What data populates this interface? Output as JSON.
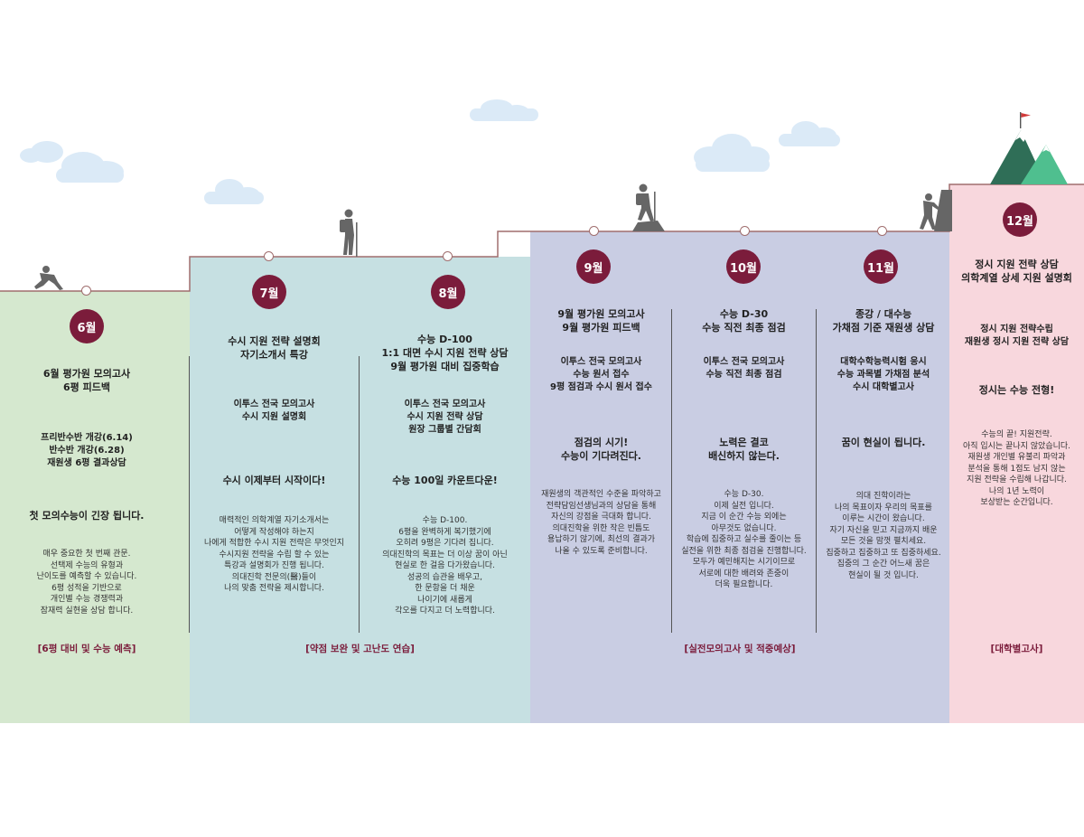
{
  "colors": {
    "badge": "#7b1c3b",
    "tag": "#7b1c3b",
    "panel_green": "#d5e8cf",
    "panel_teal": "#c6e0e2",
    "panel_lavender": "#c9cde3",
    "panel_pink": "#f8d7dd",
    "cloud": "#dbeaf7",
    "line": "#a06e6e"
  },
  "icons": [
    "crouching-runner-icon",
    "hiker-with-pole-icon",
    "hiker-on-rock-icon",
    "climber-icon",
    "mountain-peak-icon",
    "flag-icon",
    "cloud-icon"
  ],
  "months": [
    {
      "label": "6월",
      "heading": "6월 평가원 모의고사\n6평 피드백",
      "sub": "프리반수반 개강(6.14)\n반수반 개강(6.28)\n재원생 6평 결과상담",
      "slogan": "첫 모의수능이 긴장 됩니다.",
      "body": "매우 중요한 첫 번째 관문.\n선택제 수능의 유형과\n난이도를 예측할 수 있습니다.\n6평 성적을 기반으로\n개인별 수능 경쟁력과\n잠재력 실현을 상담 합니다."
    },
    {
      "label": "7월",
      "heading": "수시 지원 전략 설명회\n자기소개서 특강",
      "sub": "이투스 전국 모의고사\n수시 지원 설명회",
      "slogan": "수시 이제부터 시작이다!",
      "body": "매력적인 의학계열 자기소개서는\n어떻게 작성해야 하는지\n나에게 적합한 수시 지원 전략은 무엇인지\n수시지원 전략을 수립 할 수 있는\n특강과 설명회가 진행 됩니다.\n의대진학 전문의(醫)들이\n나의 맞춤 전략을 제시합니다."
    },
    {
      "label": "8월",
      "heading": "수능 D-100\n1:1 대면 수시 지원 전략 상담\n9월 평가원 대비 집중학습",
      "sub": "이투스 전국 모의고사\n수시 지원 전략 상담\n원장 그룹별 간담회",
      "slogan": "수능 100일 카운트다운!",
      "body": "수능 D-100.\n6평을 완벽하게 복기했기에\n오히려 9평은 기다려 집니다.\n의대진학의 목표는 더 이상 꿈이 아닌\n현실로 한 걸음 다가왔습니다.\n성공의 습관을 배우고,\n한 문항을 더 채운\n나이기에 새롭게\n각오를 다지고 더 노력합니다."
    },
    {
      "label": "9월",
      "heading": "9월 평가원 모의고사\n9월 평가원 피드백",
      "sub": "이투스 전국 모의고사\n수능 원서 접수\n9평 점검과 수시 원서 접수",
      "slogan": "점검의 시기!\n수능이 기다려진다.",
      "body": "재원생의 객관적인 수준을 파악하고\n전략담임선생님과의 상담을 통해\n자신의 강점을 극대화 합니다.\n의대진학을 위한 작은 빈틈도\n용납하기 않기에, 최선의 결과가\n나올 수 있도록 준비합니다."
    },
    {
      "label": "10월",
      "heading": "수능 D-30\n수능 직전 최종 점검",
      "sub": "이투스 전국 모의고사\n수능 직전 최종 점검",
      "slogan": "노력은 결코\n배신하지 않는다.",
      "body": "수능 D-30.\n이제 실전 입니다.\n지금 이 순간 수능 외에는\n아무것도 없습니다.\n학습에 집중하고 실수를 줄이는 등\n실전을 위한 최종 점검을 진행합니다.\n모두가 예민해지는 시기이므로\n서로에 대한 배려와 존중이\n더욱 필요합니다."
    },
    {
      "label": "11월",
      "heading": "종강 / 대수능\n가채점 기준 재원생 상담",
      "sub": "대학수학능력시험 응시\n수능 과목별 가채점 분석\n수시 대학별고사",
      "slogan": "꿈이 현실이 됩니다.",
      "body": "의대 진학이라는\n나의 목표이자 우리의 목표를\n이루는 시간이 왔습니다.\n자기 자신을 믿고 지금까지 배운\n모든 것을 맘껏 펼치세요.\n집중하고 집중하고 또 집중하세요.\n집중의 그 순간 어느새 꿈은\n현실이 될 것 입니다."
    },
    {
      "label": "12월",
      "heading": "정시 지원 전략 상담\n의학계열 상세 지원 설명회",
      "sub": "정시 지원 전략수립\n재원생 정시 지원 전략 상담",
      "slogan": "정시는 수능 전형!",
      "body": "수능의 끝! 지원전략.\n아직 입시는 끝나지 않았습니다.\n재원생 개인별 유불리 파악과\n분석을 통해 1점도 남지 않는\n지원 전략을 수립해 나갑니다.\n나의 1년 노력이\n보상받는 순간입니다."
    }
  ],
  "tags": {
    "green": "[6평 대비 및 수능 예측]",
    "teal": "[약점 보완 및 고난도 연습]",
    "lavender": "[실전모의고사 및 적중예상]",
    "pink": "[대학별고사]"
  }
}
